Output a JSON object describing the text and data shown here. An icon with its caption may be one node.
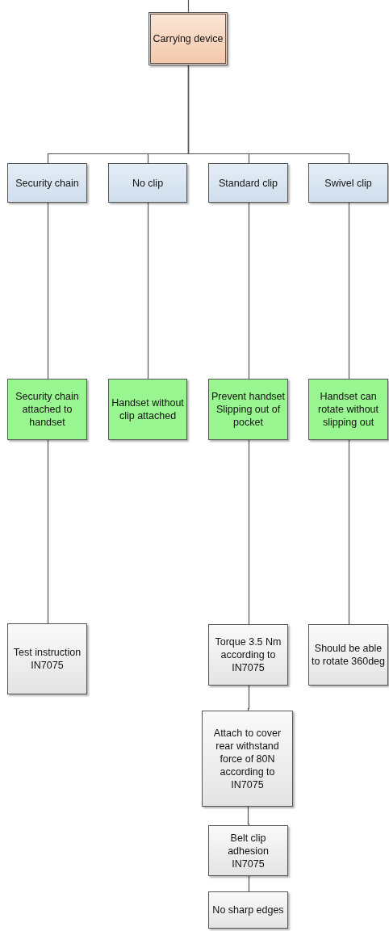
{
  "diagram": {
    "nodes": [
      {
        "text": [
          "Carrying device"
        ]
      },
      {
        "text": [
          "Security chain"
        ]
      },
      {
        "text": [
          "No clip"
        ]
      },
      {
        "text": [
          "Standard clip"
        ]
      },
      {
        "text": [
          "Swivel clip"
        ]
      },
      {
        "text": [
          "Security chain attached to handset"
        ]
      },
      {
        "text": [
          "Handset without clip attached"
        ]
      },
      {
        "text": [
          "Prevent handset Slipping out of pocket"
        ]
      },
      {
        "text": [
          "Handset can rotate without slipping out"
        ]
      },
      {
        "text": [
          "Test instruction IN7075"
        ]
      },
      {
        "text": [
          "Torque 3.5 Nm according to IN7075"
        ]
      },
      {
        "text": [
          "Should be able to rotate 360deg"
        ]
      },
      {
        "text": [
          "Attach to cover rear withstand force of 80N according to IN7075"
        ]
      },
      {
        "text": [
          "Belt clip adhesion IN7075"
        ]
      },
      {
        "text": [
          "No sharp edges"
        ]
      }
    ],
    "edges": [
      {
        "from": null,
        "to": 0,
        "arrow": "none"
      },
      {
        "from": 0,
        "to": 1,
        "arrow": "none"
      },
      {
        "from": 0,
        "to": 2,
        "arrow": "none"
      },
      {
        "from": 0,
        "to": 3,
        "arrow": "none"
      },
      {
        "from": 0,
        "to": 4,
        "arrow": "none"
      },
      {
        "from": 1,
        "to": 5,
        "arrow": "none"
      },
      {
        "from": 2,
        "to": 6,
        "arrow": "none"
      },
      {
        "from": 3,
        "to": 7,
        "arrow": "none"
      },
      {
        "from": 4,
        "to": 8,
        "arrow": "none"
      },
      {
        "from": 5,
        "to": 9,
        "arrow": "none"
      },
      {
        "from": 7,
        "to": 10,
        "arrow": "none"
      },
      {
        "from": 8,
        "to": 11,
        "arrow": "none"
      },
      {
        "from": 10,
        "to": 12,
        "arrow": "none"
      },
      {
        "from": 12,
        "to": 13,
        "arrow": "none"
      },
      {
        "from": 13,
        "to": 14,
        "arrow": "none"
      }
    ]
  }
}
